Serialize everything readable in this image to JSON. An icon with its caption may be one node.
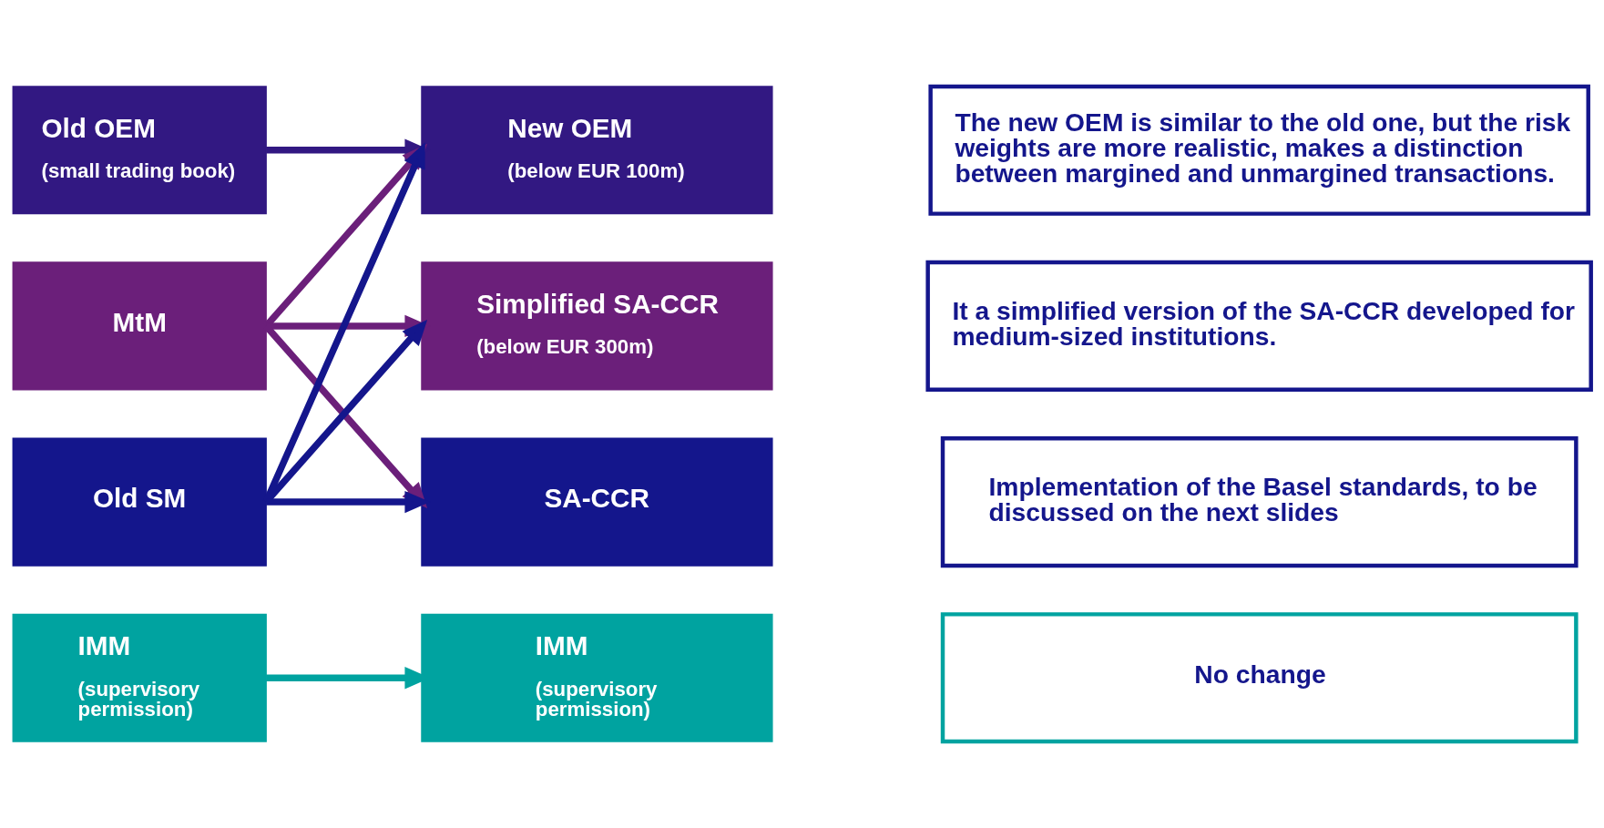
{
  "diagram": {
    "nodes": [
      {
        "text": [
          "Old OEM",
          "(small trading book)"
        ]
      },
      {
        "text": [
          "MtM"
        ]
      },
      {
        "text": [
          "Old SM"
        ]
      },
      {
        "text": [
          "IMM",
          "(supervisory permission)"
        ]
      },
      {
        "text": [
          "New OEM",
          "(below EUR 100m)"
        ]
      },
      {
        "text": [
          "Simplified SA-CCR",
          "(below EUR 300m)"
        ]
      },
      {
        "text": [
          "SA-CCR"
        ]
      },
      {
        "text": [
          "IMM",
          "(supervisory permission)"
        ]
      },
      {
        "text": [
          "The new OEM is similar to the old one, but the risk weights are more realistic, makes a distinction between margined and unmargined transactions."
        ]
      },
      {
        "text": [
          "It a simplified version of the SA-CCR developed for medium-sized institutions."
        ]
      },
      {
        "text": [
          "Implementation of the Basel standards, to be discussed on the next slides"
        ]
      },
      {
        "text": [
          "No change"
        ]
      }
    ],
    "edges": [
      {
        "from": 0,
        "to": 4,
        "arrow": "to",
        "color": "#321882"
      },
      {
        "from": 1,
        "to": 4,
        "arrow": "to",
        "color": "#6b1f7a"
      },
      {
        "from": 1,
        "to": 5,
        "arrow": "to",
        "color": "#6b1f7a"
      },
      {
        "from": 1,
        "to": 6,
        "arrow": "to",
        "color": "#6b1f7a"
      },
      {
        "from": 2,
        "to": 4,
        "arrow": "to",
        "color": "#14168c"
      },
      {
        "from": 2,
        "to": 5,
        "arrow": "to",
        "color": "#14168c"
      },
      {
        "from": 2,
        "to": 6,
        "arrow": "to",
        "color": "#14168c"
      },
      {
        "from": 3,
        "to": 7,
        "arrow": "to",
        "color": "#00a3a0"
      }
    ]
  }
}
